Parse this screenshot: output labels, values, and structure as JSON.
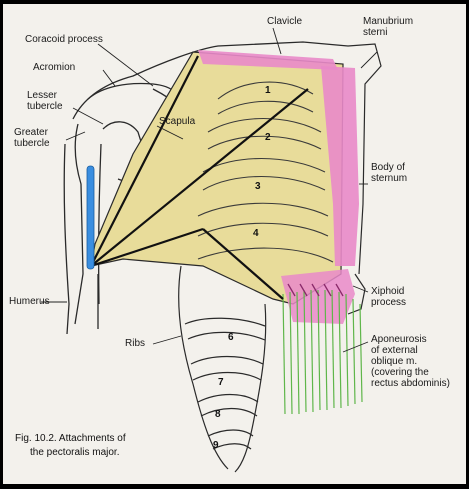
{
  "labels": {
    "coracoid_process": "Coracoid process",
    "clavicle": "Clavicle",
    "manubrium_sterni_line1": "Manubrium",
    "manubrium_sterni_line2": "sterni",
    "acromion": "Acromion",
    "lesser_tubercle_line1": "Lesser",
    "lesser_tubercle_line2": "tubercle",
    "greater_tubercle_line1": "Greater",
    "greater_tubercle_line2": "tubercle",
    "scapula": "Scapula",
    "body_of_sternum_line1": "Body of",
    "body_of_sternum_line2": "sternum",
    "humerus": "Humerus",
    "xiphoid_process_line1": "Xiphoid",
    "xiphoid_process_line2": "process",
    "ribs": "Ribs",
    "aponeurosis_line1": "Aponeurosis",
    "aponeurosis_line2": "of external",
    "aponeurosis_line3": "oblique m.",
    "aponeurosis_line4": "(covering the",
    "aponeurosis_line5": "rectus abdominis)"
  },
  "rib_numbers": [
    "1",
    "2",
    "3",
    "4",
    "6",
    "7",
    "8",
    "9"
  ],
  "caption": {
    "line1": "Fig. 10.2. Attachments of",
    "line2": "the pectoralis major."
  },
  "colors": {
    "muscle_fill": "#e8dc9a",
    "attachment_pink": "#e98ac9",
    "humerus_attachment_blue": "#3a8ee0",
    "aponeurosis_green": "#5fb64a",
    "outline": "#2a2a2a"
  }
}
